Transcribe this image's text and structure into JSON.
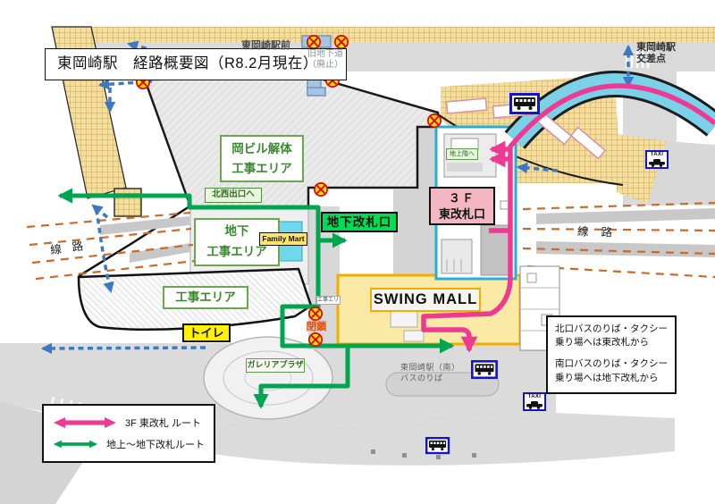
{
  "title": "東岡崎駅　経路概要図（R8.2月現在）",
  "map_labels": {
    "station_front": "東岡崎駅前",
    "old_underpass": "旧地下道",
    "old_underpass_sub": "（廃止）",
    "intersection_line1": "東岡崎駅",
    "intersection_line2": "交差点",
    "oka_bldg_line1": "岡ビル解体",
    "oka_bldg_line2": "工事エリア",
    "northwest_exit": "北西出口へ",
    "ug_construction_line1": "地下",
    "ug_construction_line2": "工事エリア",
    "family_mart": "Family Mart",
    "underground_gate": "地下改札口",
    "east_gate_line1": "３Ｆ",
    "east_gate_line2": "東改札口",
    "to_ground": "地上階へ",
    "tracks_left": "線路",
    "tracks_right": "線路",
    "construction_area": "工事エリア",
    "construction_small": "工事エリア",
    "toilet": "トイレ",
    "closed": "閉鎖",
    "swing_mall": "SWING MALL",
    "galleria": "ガレリアプラザ",
    "south_bus_line1": "東岡崎駅（南）",
    "south_bus_line2": "バスのりば",
    "taxi_label": "TAXI"
  },
  "info_box": {
    "north": [
      "北口バスのりば・タクシー",
      "乗り場へは東改札から"
    ],
    "south": [
      "南口バスのりば・タクシー",
      "乗り場へは地下改札から"
    ]
  },
  "legend": {
    "pink": "3F 東改札 ルート",
    "green": "地上～地下改札ルート"
  },
  "colors": {
    "pink_route": "#EE3A92",
    "green_route": "#00A550",
    "blue_dash": "#3C79C2",
    "track_orange": "#CE6A28",
    "closed_red": "#F04800",
    "x_fill": "#FFDE00",
    "x_stroke": "#E00000",
    "swing_border": "#F4AC00",
    "swing_fill": "#FBE9A6",
    "gate_green": "#00DC55",
    "gate_pink": "#F5B6C3",
    "toilet_yellow": "#FFF100",
    "deck_cyan": "#7BD2E8",
    "green_box_border": "#6AA84F",
    "green_box_text": "#3A8A2E"
  }
}
